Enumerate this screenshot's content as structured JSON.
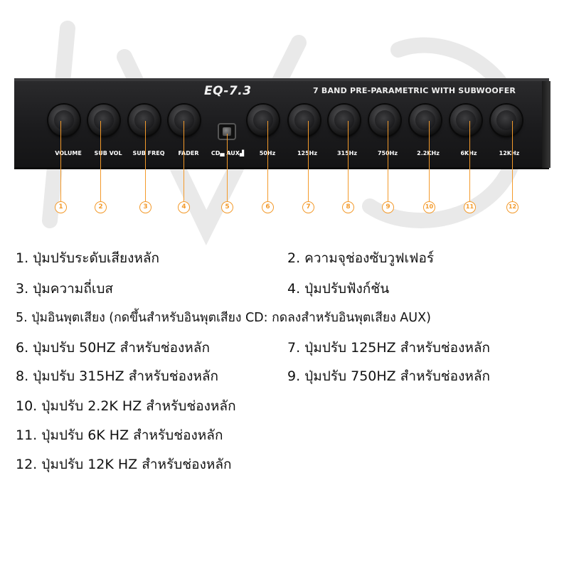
{
  "device": {
    "model": "EQ-7.3",
    "title": "7 BAND PRE-PARAMETRIC WITH SUBWOOFER",
    "switch_label": "CD▄ AUX▟"
  },
  "controls": [
    {
      "label": "VOLUME",
      "number": "1"
    },
    {
      "label": "SUB VOL",
      "number": "2"
    },
    {
      "label": "SUB FREQ",
      "number": "3"
    },
    {
      "label": "FADER",
      "number": "4"
    },
    {
      "label": "CD AUX",
      "number": "5"
    },
    {
      "label": "50Hz",
      "number": "6"
    },
    {
      "label": "125Hz",
      "number": "7"
    },
    {
      "label": "315Hz",
      "number": "8"
    },
    {
      "label": "750Hz",
      "number": "9"
    },
    {
      "label": "2.2KHz",
      "number": "10"
    },
    {
      "label": "6KHz",
      "number": "11"
    },
    {
      "label": "12KHz",
      "number": "12"
    }
  ],
  "legend": [
    "1. ปุ่มปรับระดับเสียงหลัก",
    "2. ความจุช่องซับวูฟเฟอร์",
    "3. ปุ่มความถี่เบส",
    "4. ปุ่มปรับฟังก์ชัน",
    "5. ปุ่มอินพุตเสียง (กดขึ้นสำหรับอินพุตเสียง CD: กดลงสำหรับอินพุตเสียง AUX)",
    "6. ปุ่มปรับ 50HZ สำหรับช่องหลัก",
    "7. ปุ่มปรับ 125HZ สำหรับช่องหลัก",
    "8. ปุ่มปรับ 315HZ สำหรับช่องหลัก",
    "9. ปุ่มปรับ 750HZ สำหรับช่องหลัก",
    "10. ปุ่มปรับ 2.2K HZ สำหรับช่องหลัก",
    "11. ปุ่มปรับ 6K HZ สำหรับช่องหลัก",
    "12. ปุ่มปรับ 12K HZ สำหรับช่องหลัก"
  ],
  "colors": {
    "accent": "#f39a2b",
    "panel": "#1b1b1d"
  }
}
